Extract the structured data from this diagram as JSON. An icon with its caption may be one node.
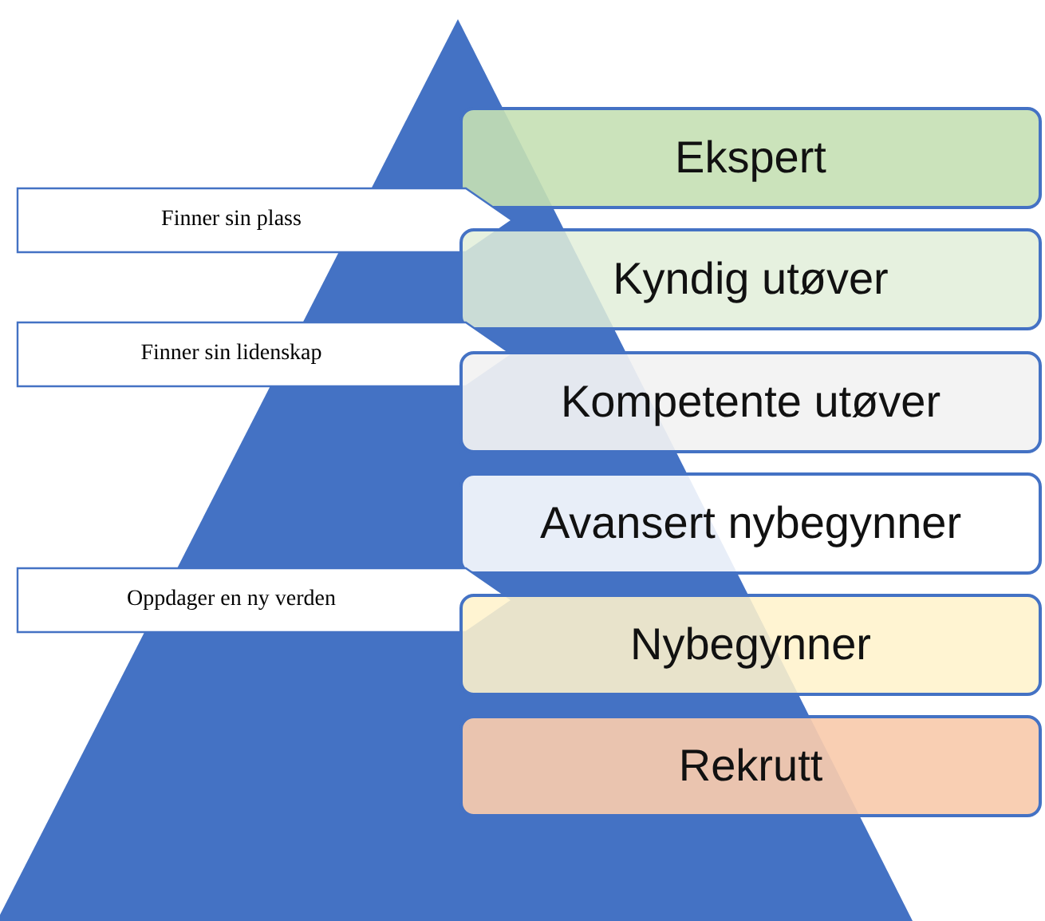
{
  "diagram": {
    "nodes": [
      {
        "text": [
          "Ekspert"
        ]
      },
      {
        "text": [
          "Finner sin plass"
        ]
      },
      {
        "text": [
          "Kyndig utøver"
        ]
      },
      {
        "text": [
          "Finner sin lidenskap"
        ]
      },
      {
        "text": [
          "Kompetente utøver"
        ]
      },
      {
        "text": [
          "Avansert nybegynner"
        ]
      },
      {
        "text": [
          "Oppdager en ny verden"
        ]
      },
      {
        "text": [
          "Nybegynner"
        ]
      },
      {
        "text": [
          "Rekrutt"
        ]
      }
    ]
  }
}
